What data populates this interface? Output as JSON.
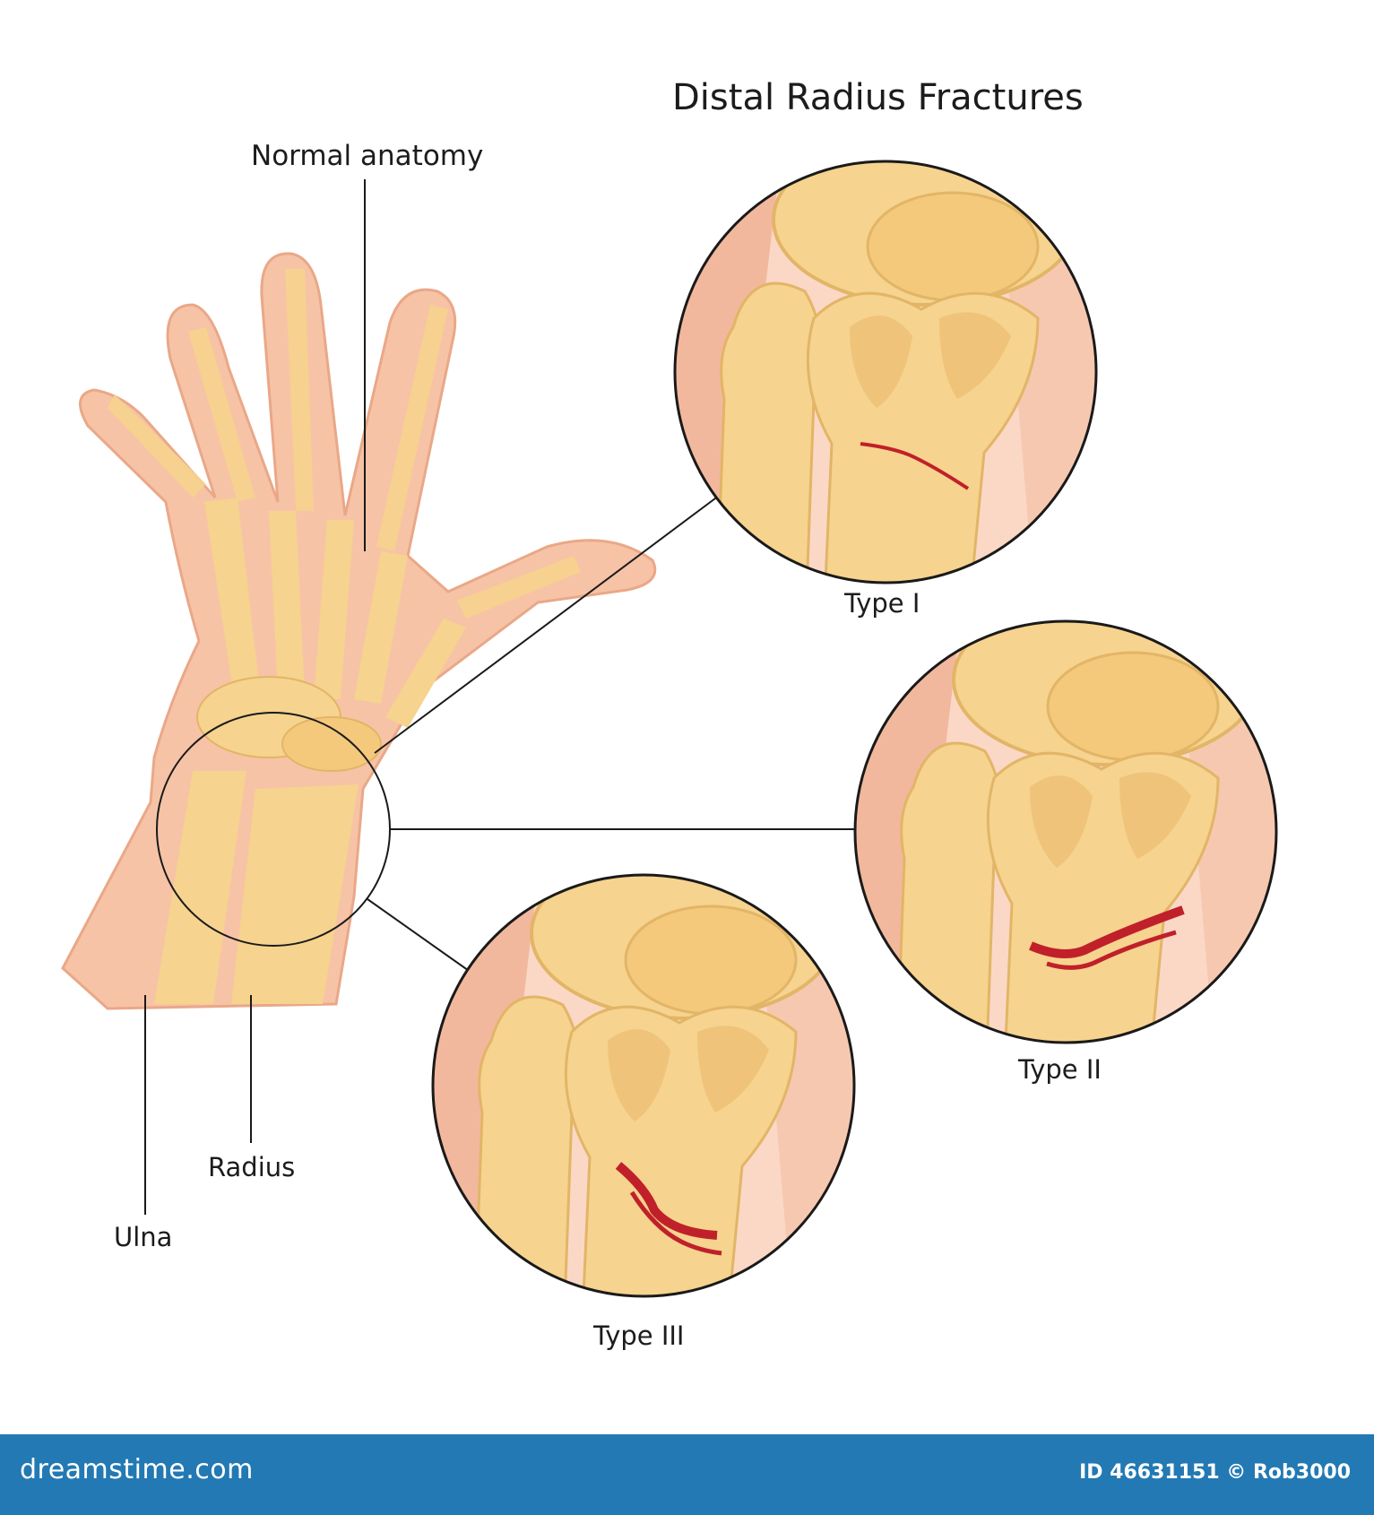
{
  "title": "Distal Radius Fractures",
  "labels": {
    "normal_anatomy": "Normal anatomy",
    "type_1": "Type I",
    "type_2": "Type II",
    "type_3": "Type III",
    "radius": "Radius",
    "ulna": "Ulna"
  },
  "footer": {
    "brand": "dreamstime.com",
    "stock_id": "ID 46631151 © Rob3000"
  },
  "colors": {
    "skin": "#f7c3a6",
    "bone": "#f6d38e",
    "bone_shadow": "#e2b567",
    "fracture": "#c0202a",
    "footer": "#2279b4"
  }
}
